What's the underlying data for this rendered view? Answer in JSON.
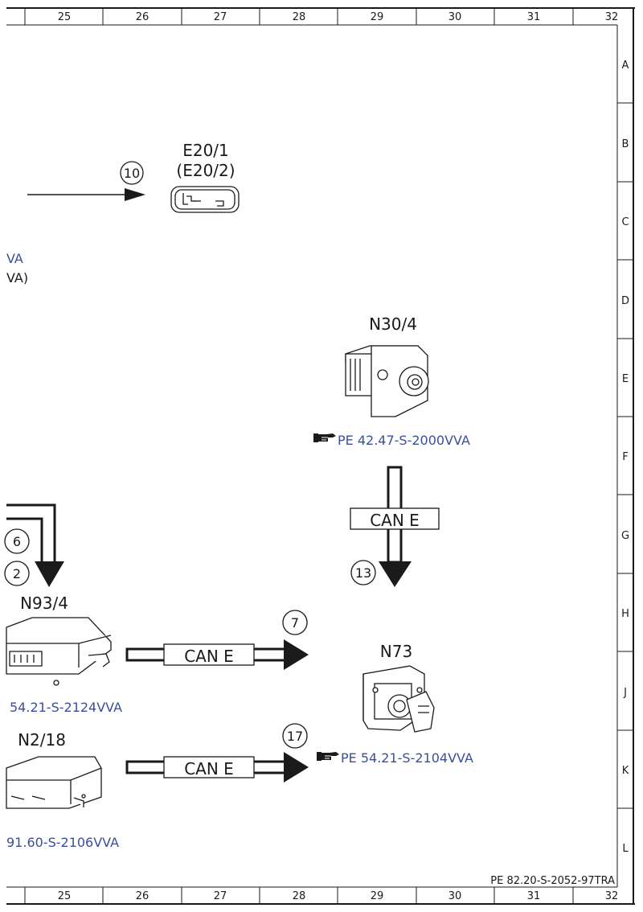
{
  "grid": {
    "columns": [
      "25",
      "26",
      "27",
      "28",
      "29",
      "30",
      "31",
      "32"
    ],
    "rows": [
      "A",
      "B",
      "C",
      "D",
      "E",
      "F",
      "G",
      "H",
      "J",
      "K",
      "L"
    ]
  },
  "footer_code": "PE 82.20-S-2052-97TRA",
  "components": {
    "e20": {
      "name": "E20/1",
      "alt_name": "(E20/2)",
      "callout": "10"
    },
    "n30": {
      "name": "N30/4",
      "ref": "PE 42.47-S-2000VVA"
    },
    "n73": {
      "name": "N73",
      "ref": "PE 54.21-S-2104VVA"
    },
    "n93": {
      "name": "N93/4",
      "ref": "54.21-S-2124VVA",
      "callouts": [
        "6",
        "2"
      ]
    },
    "n2": {
      "name": "N2/18",
      "ref": "91.60-S-2106VVA"
    }
  },
  "left_partial": {
    "line1": "VA",
    "line2": "VA)"
  },
  "buses": [
    {
      "label": "CAN E",
      "callout": "13"
    },
    {
      "label": "CAN E",
      "callout": "7"
    },
    {
      "label": "CAN E",
      "callout": "17"
    }
  ],
  "icons": [
    "hand-pointer-icon"
  ]
}
